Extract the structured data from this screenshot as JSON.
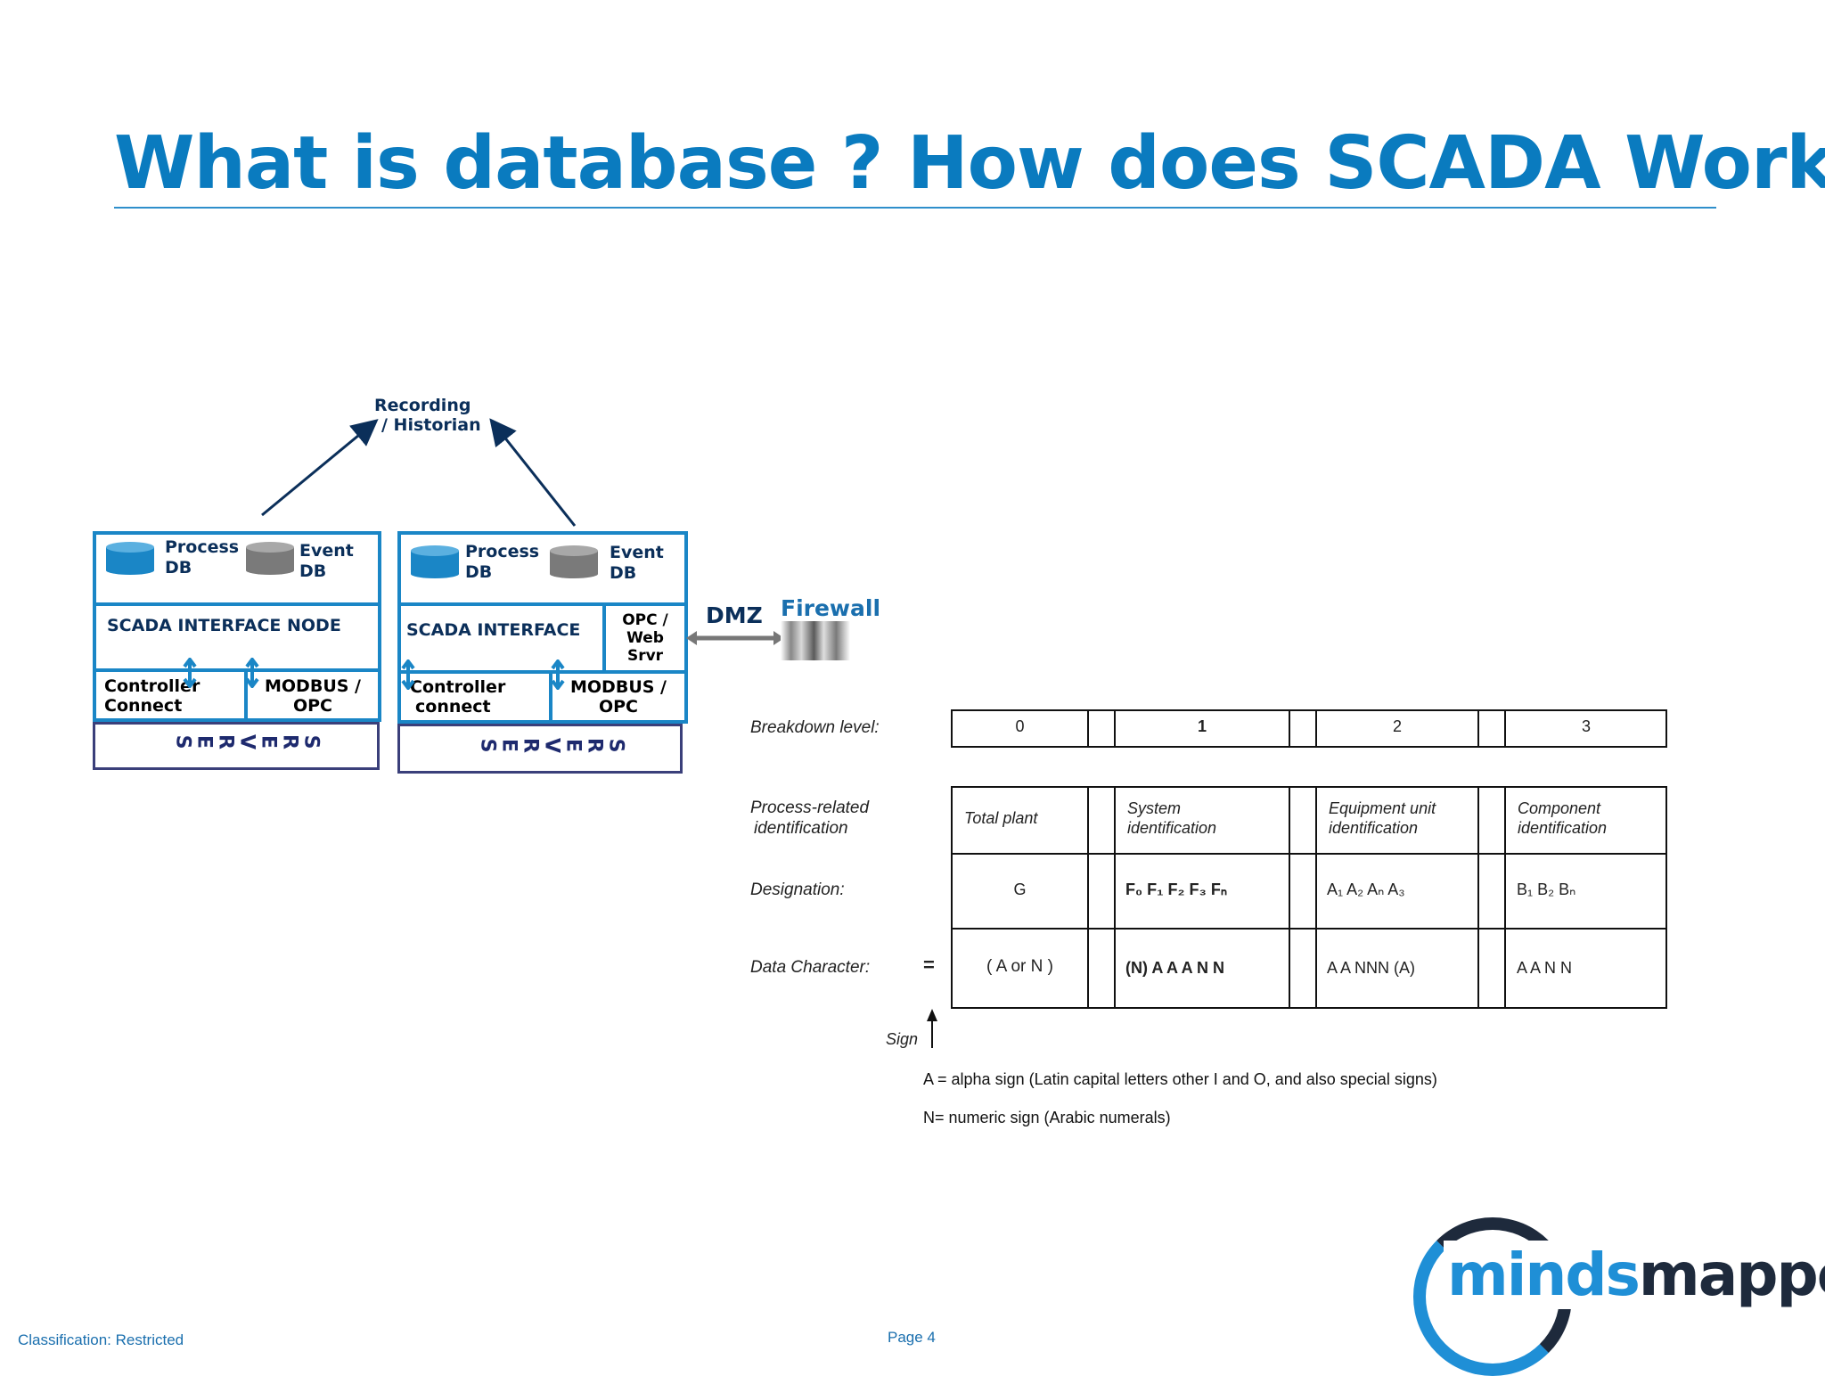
{
  "slide": {
    "title": "What is database ? How does SCADA Work",
    "page": "Page 4",
    "classification": "Classification: Restricted"
  },
  "diagram": {
    "historian_line1": "Recording",
    "historian_line2": "/ Historian",
    "left": {
      "process_db": [
        "Process",
        "DB"
      ],
      "event_db": [
        "Event",
        "DB"
      ],
      "interface": "SCADA INTERFACE NODE",
      "controller": [
        "Controller",
        "Connect"
      ],
      "modbus": [
        "MODBUS /",
        "OPC"
      ],
      "servers": "SERVERS"
    },
    "right": {
      "process_db": [
        "Process",
        "DB"
      ],
      "event_db": [
        "Event",
        "DB"
      ],
      "interface": "SCADA INTERFACE",
      "opc": [
        "OPC /",
        "Web",
        "Srvr"
      ],
      "controller": [
        "Controller",
        "connect"
      ],
      "modbus": [
        "MODBUS /",
        "OPC"
      ],
      "servers": "SERVERS"
    },
    "dmz": "DMZ",
    "firewall": "Firewall",
    "colors": {
      "accent": "#1a86c6",
      "process_db": "#1a86c6",
      "event_db": "#808080",
      "servers_border": "#3a3f7a"
    }
  },
  "kks": {
    "row_labels": {
      "breakdown": "Breakdown level:",
      "process": [
        "Process-related",
        "identification"
      ],
      "designation": "Designation:",
      "data_character": "Data Character:"
    },
    "levels": [
      "0",
      "1",
      "2",
      "3"
    ],
    "process_cells": [
      [
        "Total plant"
      ],
      [
        "System",
        "identification"
      ],
      [
        "Equipment unit",
        "identification"
      ],
      [
        "Component",
        "identification"
      ]
    ],
    "designation_cells": [
      "G",
      "F₀   F₁ F₂ F₃   Fₙ",
      "A₁ A₂    Aₙ     A₃",
      "B₁ B₂      Bₙ"
    ],
    "data_cells": [
      "( A or N )",
      "(N)  A   A   A    N N",
      "A  A     NNN    (A)",
      "A   A        N N"
    ],
    "equals": "=",
    "sign": "Sign",
    "legend_a": "A = alpha sign (Latin capital letters other I and O, and also special signs)",
    "legend_n": "N= numeric sign (Arabic numerals)"
  },
  "logo": {
    "part1": "minds",
    "part2": "mapped"
  }
}
